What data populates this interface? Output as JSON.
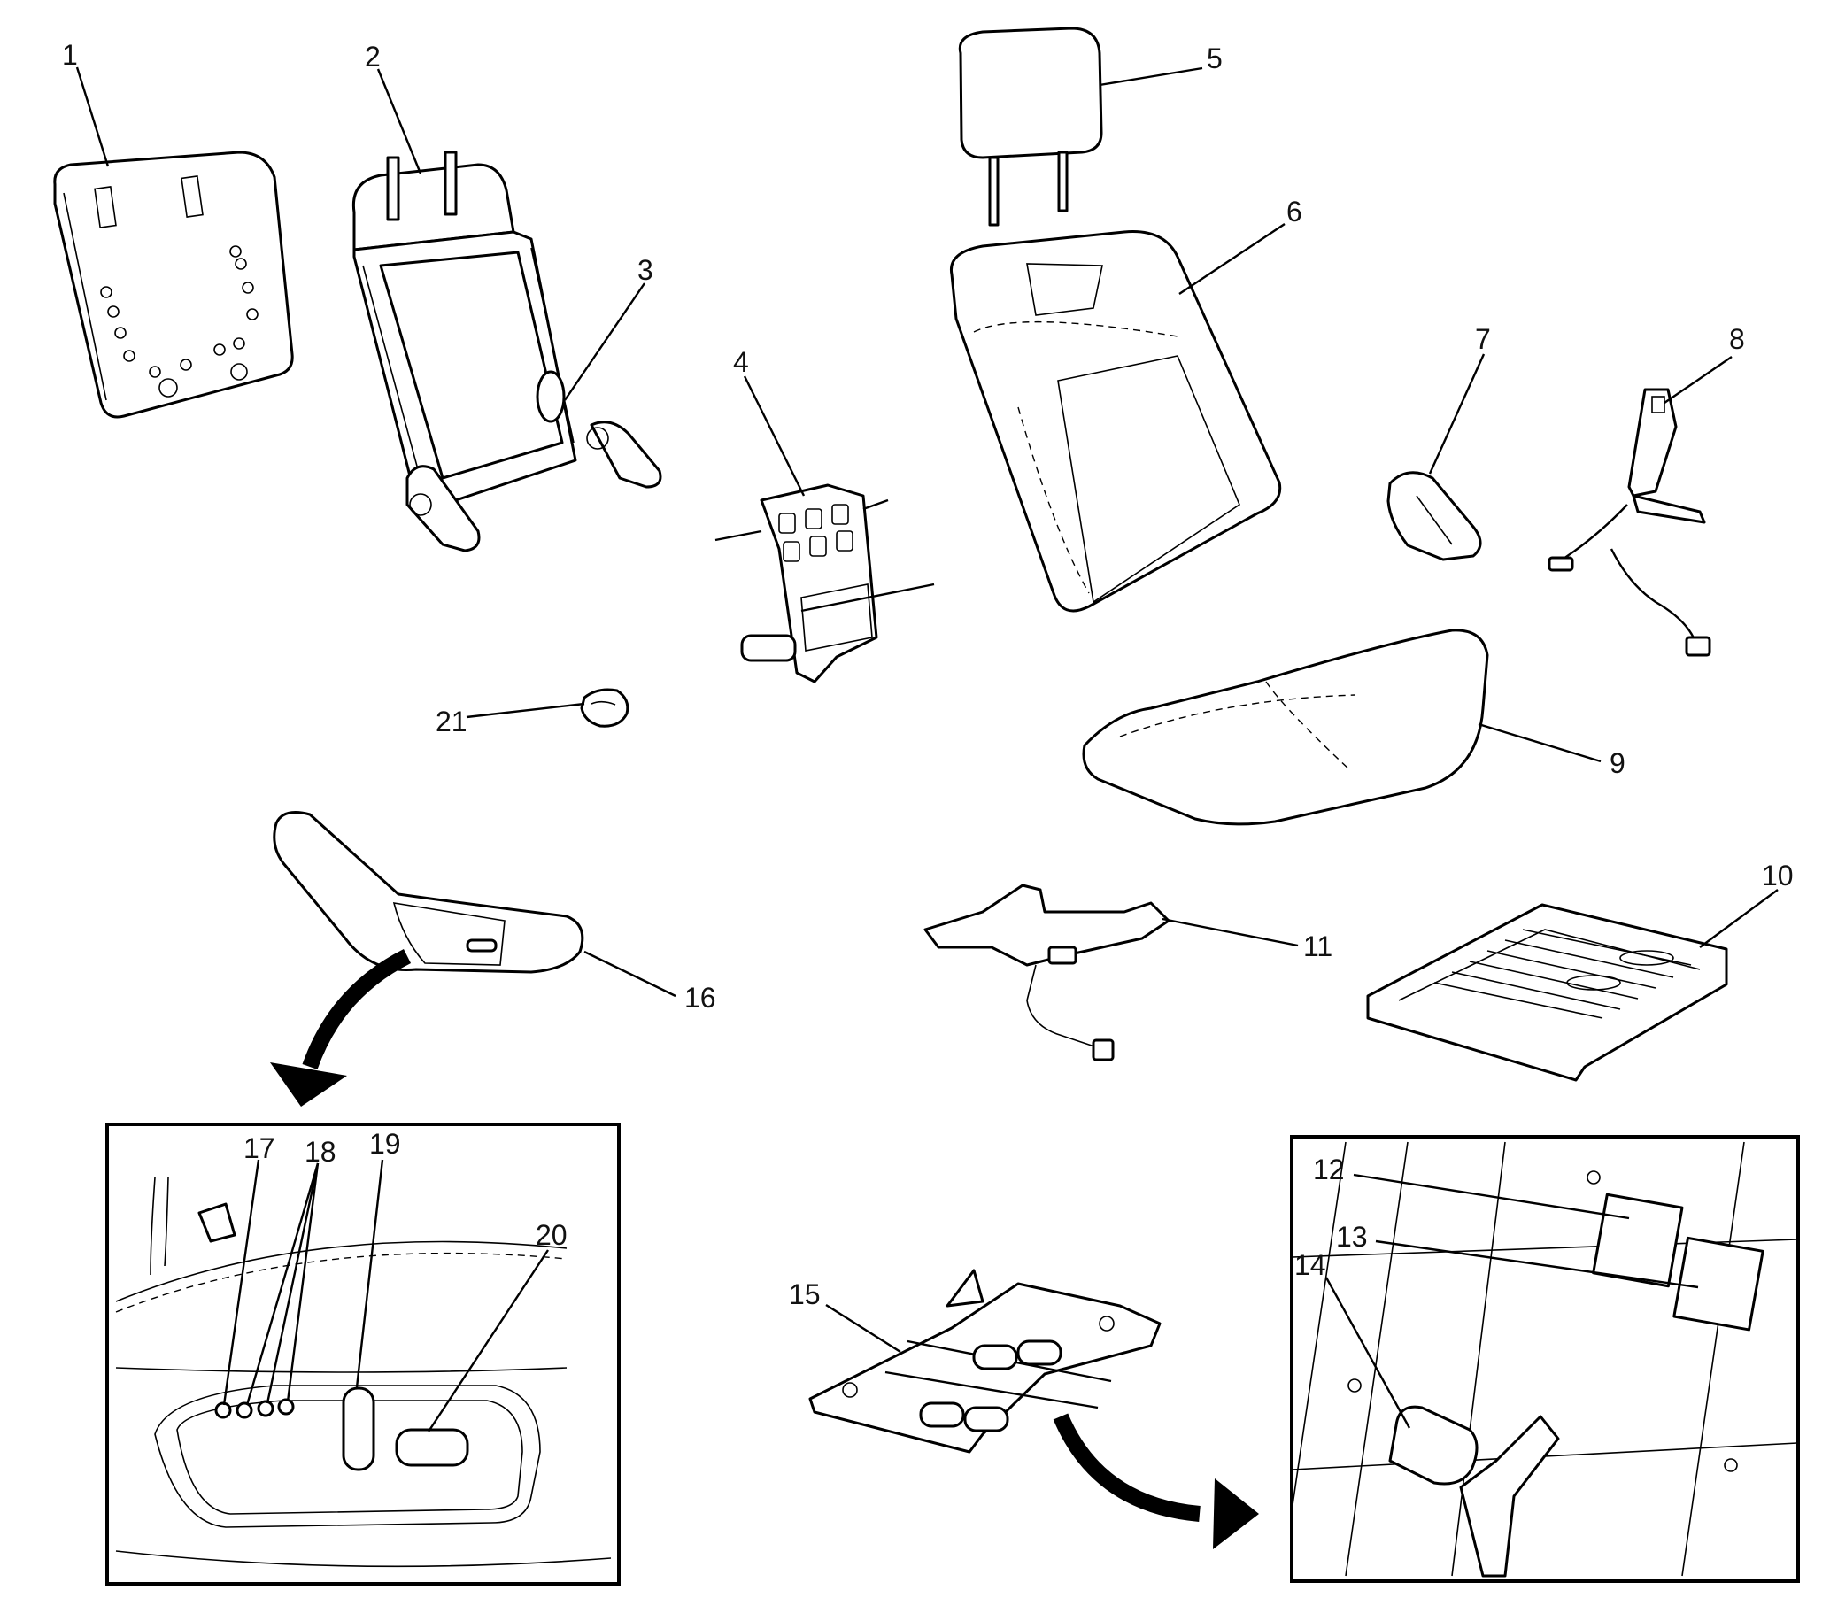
{
  "callouts": [
    "1",
    "2",
    "3",
    "4",
    "5",
    "6",
    "7",
    "8",
    "9",
    "10",
    "11",
    "12",
    "13",
    "14",
    "15",
    "16",
    "17",
    "18",
    "19",
    "20",
    "21"
  ],
  "icons": {
    "arrow_to_detail_left": "curved-arrow-icon",
    "arrow_to_detail_right": "curved-arrow-icon"
  },
  "colors": {
    "line": "#000000",
    "background": "#ffffff"
  }
}
